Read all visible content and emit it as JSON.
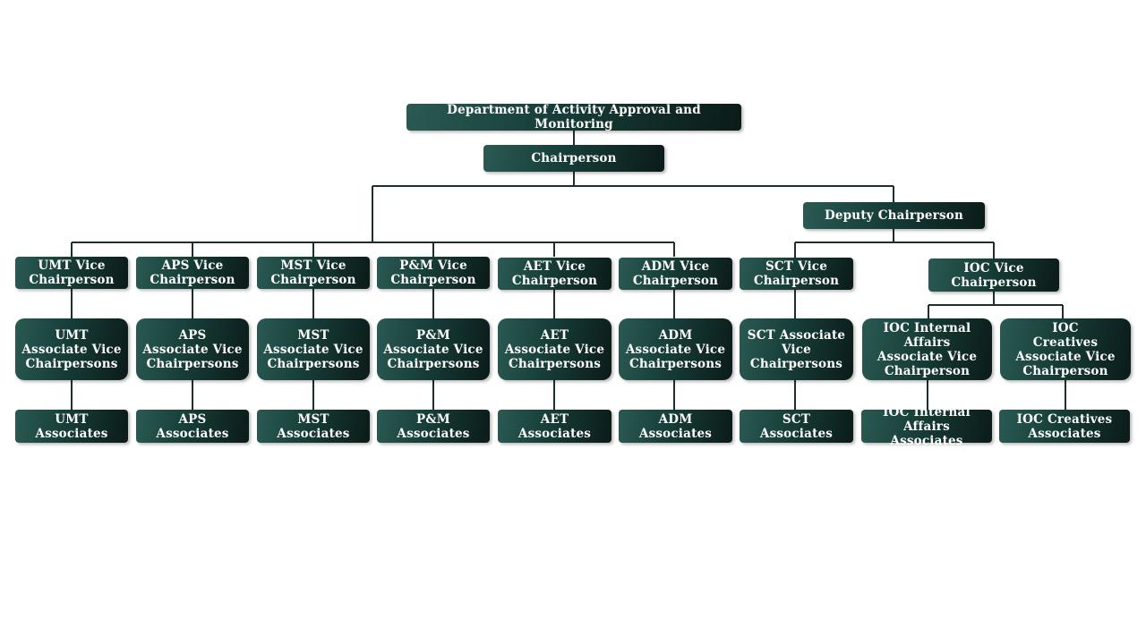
{
  "org_chart": {
    "department": "Department of Activity Approval and Monitoring",
    "chairperson": "Chairperson",
    "deputy_chairperson": "Deputy Chairperson",
    "umt": {
      "vice": "UMT Vice\nChairperson",
      "associate_vice": "UMT\nAssociate Vice\nChairpersons",
      "associates": "UMT\nAssociates"
    },
    "aps": {
      "vice": "APS Vice\nChairperson",
      "associate_vice": "APS\nAssociate Vice\nChairpersons",
      "associates": "APS\nAssociates"
    },
    "mst": {
      "vice": "MST Vice\nChairperson",
      "associate_vice": "MST\nAssociate Vice\nChairpersons",
      "associates": "MST\nAssociates"
    },
    "pm": {
      "vice": "P&M Vice\nChairperson",
      "associate_vice": "P&M\nAssociate Vice\nChairpersons",
      "associates": "P&M\nAssociates"
    },
    "aet": {
      "vice": "AET Vice\nChairperson",
      "associate_vice": "AET\nAssociate Vice\nChairpersons",
      "associates": "AET\nAssociates"
    },
    "adm": {
      "vice": "ADM Vice\nChairperson",
      "associate_vice": "ADM\nAssociate Vice\nChairpersons",
      "associates": "ADM\nAssociates"
    },
    "sct": {
      "vice": "SCT Vice\nChairperson",
      "associate_vice": "SCT Associate\nVice\nChairpersons",
      "associates": "SCT\nAssociates"
    },
    "ioc": {
      "vice": "IOC Vice\nChairperson",
      "internal_affairs_associate_vice": "IOC Internal\nAffairs\nAssociate Vice\nChairperson",
      "creatives_associate_vice": "IOC\nCreatives\nAssociate Vice\nChairperson",
      "internal_affairs_associates": "IOC Internal\nAffairs Associates",
      "creatives_associates": "IOC Creatives\nAssociates"
    }
  }
}
